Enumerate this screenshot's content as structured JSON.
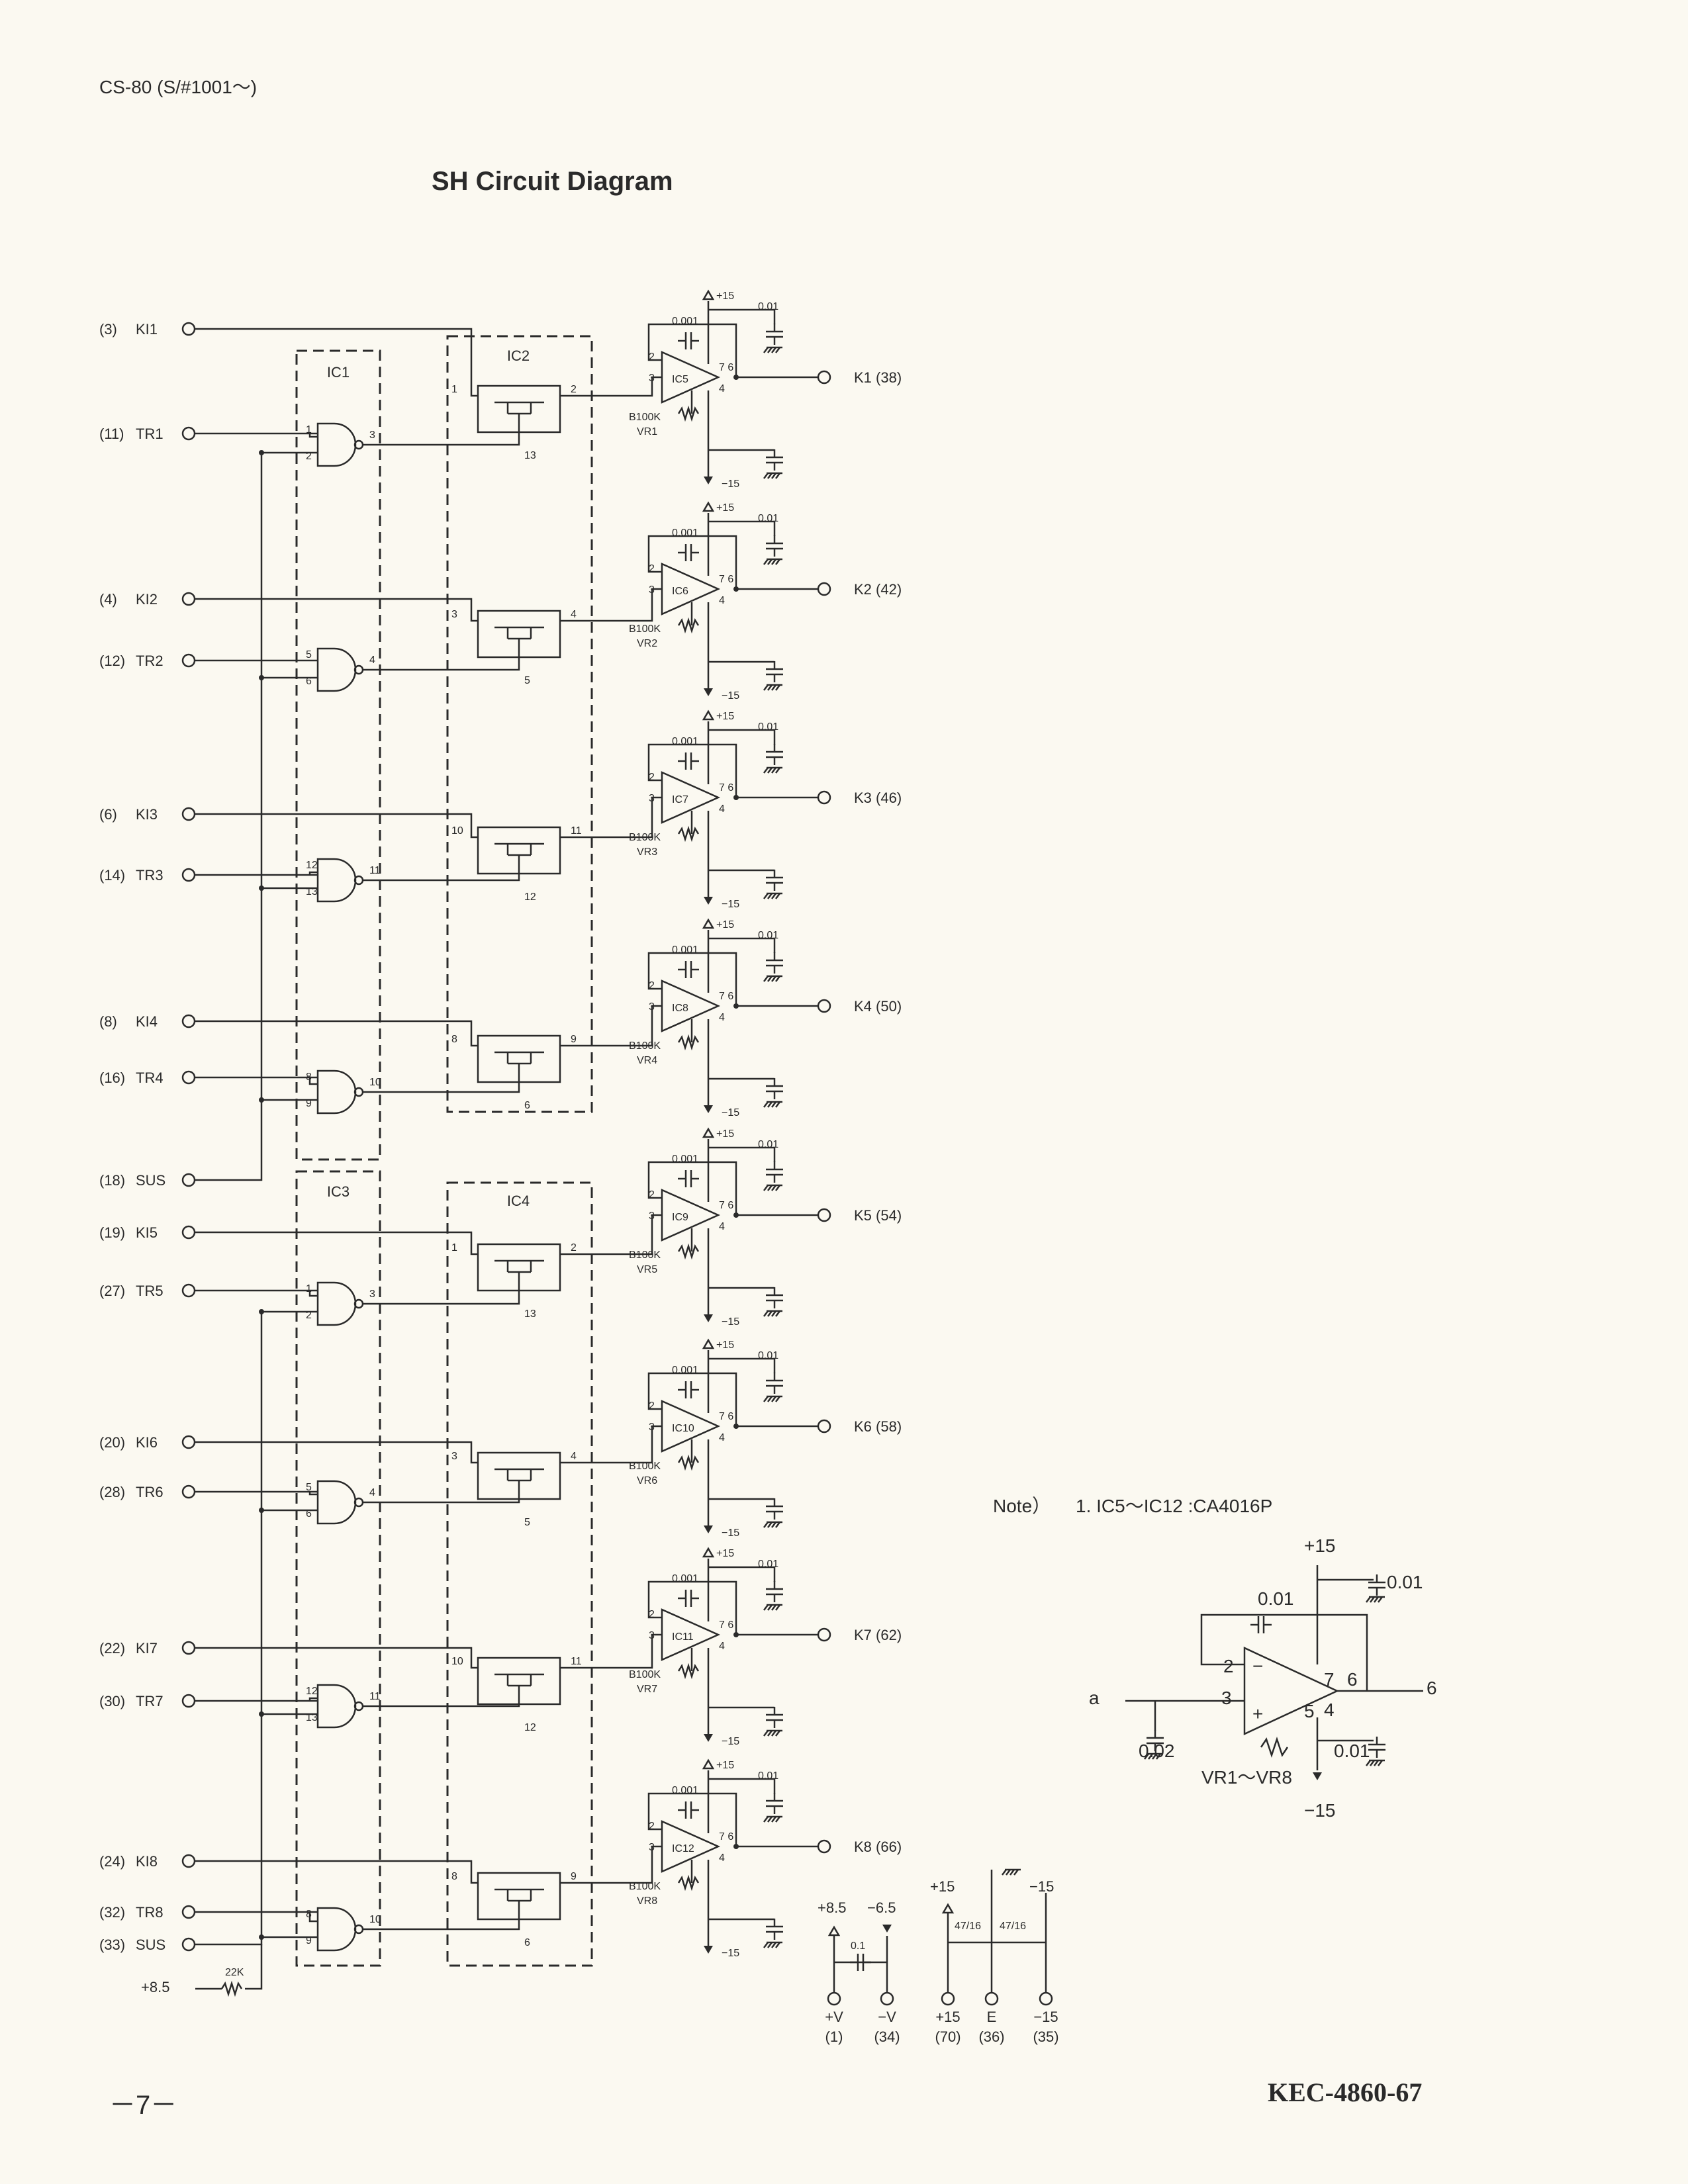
{
  "header": {
    "model": "CS-80 (S/#1001～)",
    "title": "SH Circuit Diagram"
  },
  "footer": {
    "page": "－7－",
    "doc_id": "KEC-4860-67"
  },
  "inputs": [
    {
      "pin": "(3)",
      "name": "KI1"
    },
    {
      "pin": "(11)",
      "name": "TR1"
    },
    {
      "pin": "(4)",
      "name": "KI2"
    },
    {
      "pin": "(12)",
      "name": "TR2"
    },
    {
      "pin": "(6)",
      "name": "KI3"
    },
    {
      "pin": "(14)",
      "name": "TR3"
    },
    {
      "pin": "(8)",
      "name": "KI4"
    },
    {
      "pin": "(16)",
      "name": "TR4"
    },
    {
      "pin": "(18)",
      "name": "SUS"
    },
    {
      "pin": "(19)",
      "name": "KI5"
    },
    {
      "pin": "(27)",
      "name": "TR5"
    },
    {
      "pin": "(20)",
      "name": "KI6"
    },
    {
      "pin": "(28)",
      "name": "TR6"
    },
    {
      "pin": "(22)",
      "name": "KI7"
    },
    {
      "pin": "(30)",
      "name": "TR7"
    },
    {
      "pin": "(24)",
      "name": "KI8"
    },
    {
      "pin": "(32)",
      "name": "TR8"
    },
    {
      "pin": "(33)",
      "name": "SUS"
    }
  ],
  "outputs": [
    "K1 (38)",
    "K2 (42)",
    "K3 (46)",
    "K4 (50)",
    "K5 (54)",
    "K6 (58)",
    "K7 (62)",
    "K8 (66)"
  ],
  "ic_labels": [
    "IC1",
    "IC2",
    "IC3",
    "IC4"
  ],
  "opamps": [
    "IC5",
    "IC6",
    "IC7",
    "IC8",
    "IC9",
    "IC10",
    "IC11",
    "IC12"
  ],
  "pots": [
    "VR1",
    "VR2",
    "VR3",
    "VR4",
    "VR5",
    "VR6",
    "VR7",
    "VR8"
  ],
  "component": {
    "pot": "B100K",
    "cap_small": "0.001",
    "cap": "0.01"
  },
  "supply": {
    "pos": "+15",
    "neg": "−15",
    "bias": "+8.5",
    "resistor": "22K"
  },
  "note": {
    "label": "Note）",
    "text": "1.  IC5～IC12  :CA4016P",
    "pos": "+15",
    "neg": "−15",
    "cap_fb": "0.01",
    "cap_top": "0.01",
    "cap_in": "0.02",
    "cap_bot": "0.01",
    "input": "a",
    "output": "6",
    "pot": "VR1～VR8"
  },
  "connector": {
    "caps": [
      "0.1",
      "47/16",
      "47/16"
    ],
    "rails": [
      "+8.5",
      "−6.5",
      "+15",
      "−15"
    ],
    "terms": [
      {
        "name": "+V",
        "pin": "(1)"
      },
      {
        "name": "−V",
        "pin": "(34)"
      },
      {
        "name": "+15",
        "pin": "(70)"
      },
      {
        "name": "E",
        "pin": "(36)"
      },
      {
        "name": "−15",
        "pin": "(35)"
      }
    ]
  }
}
